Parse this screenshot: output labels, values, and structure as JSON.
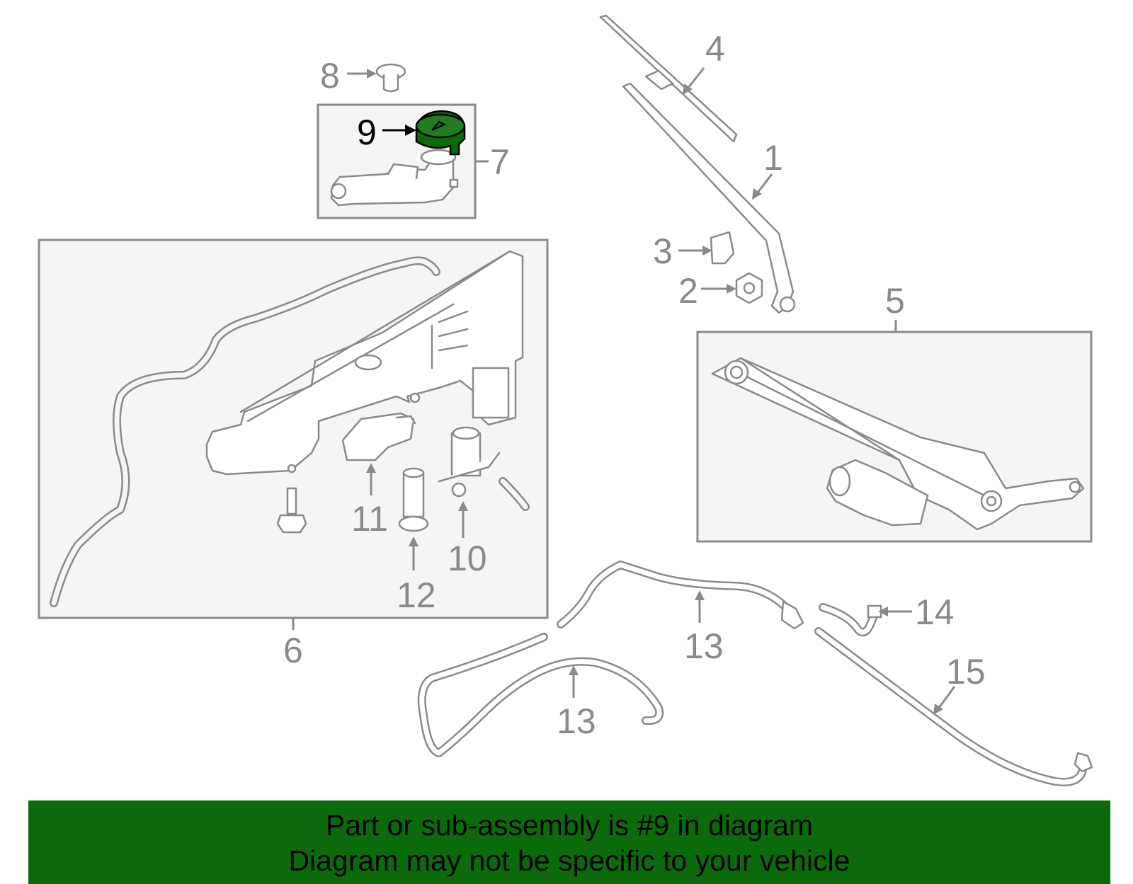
{
  "highlight": {
    "part": "9",
    "color": "#0b6b0b"
  },
  "callouts": {
    "c1": "1",
    "c2": "2",
    "c3": "3",
    "c4": "4",
    "c5": "5",
    "c6": "6",
    "c7": "7",
    "c8": "8",
    "c9": "9",
    "c10": "10",
    "c11": "11",
    "c12": "12",
    "c13a": "13",
    "c13b": "13",
    "c14": "14",
    "c15": "15"
  },
  "footer": {
    "line1": "Part or sub-assembly is #9 in diagram",
    "line2": "Diagram may not be specific to your vehicle"
  }
}
